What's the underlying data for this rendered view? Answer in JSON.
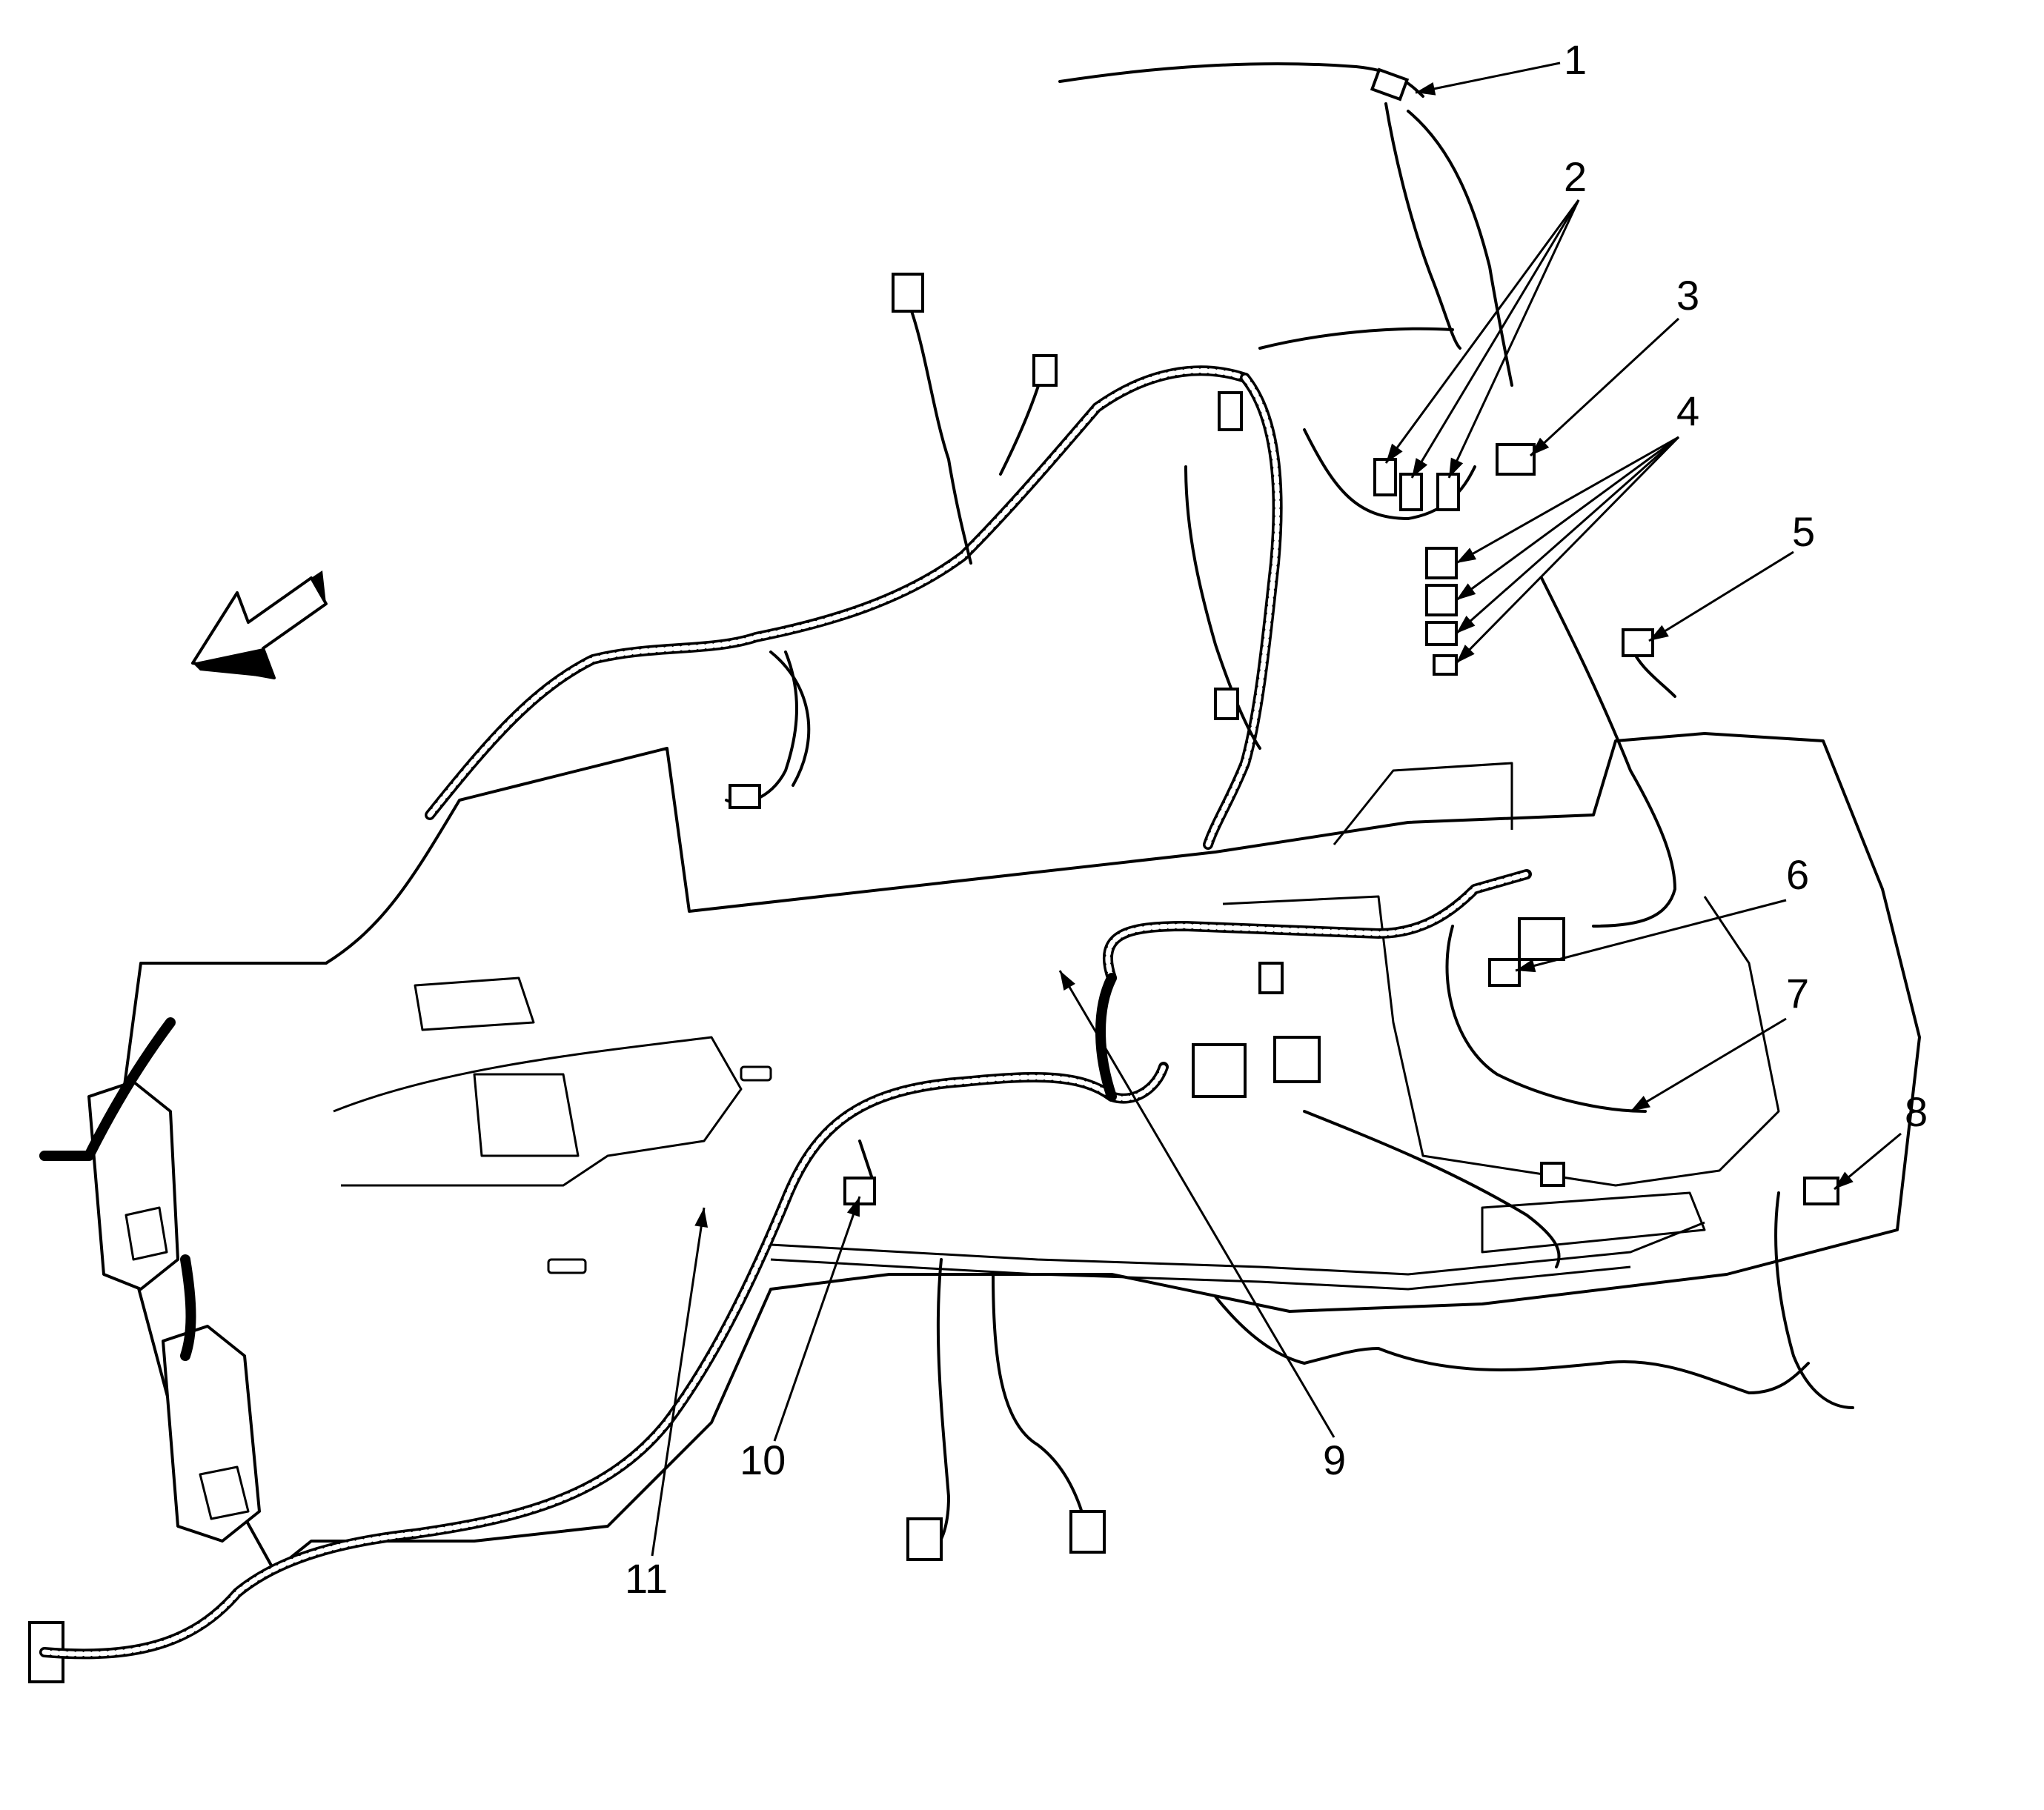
{
  "callouts": [
    {
      "id": "1",
      "label": "1"
    },
    {
      "id": "2",
      "label": "2"
    },
    {
      "id": "3",
      "label": "3"
    },
    {
      "id": "4",
      "label": "4"
    },
    {
      "id": "5",
      "label": "5"
    },
    {
      "id": "6",
      "label": "6"
    },
    {
      "id": "7",
      "label": "7"
    },
    {
      "id": "8",
      "label": "8"
    },
    {
      "id": "9",
      "label": "9"
    },
    {
      "id": "10",
      "label": "10"
    },
    {
      "id": "11",
      "label": "11"
    }
  ],
  "direction_arrow": {
    "icon": "forward-direction-arrow-icon",
    "points": "front-left"
  },
  "colors": {
    "line": "#000000",
    "background": "#ffffff"
  }
}
